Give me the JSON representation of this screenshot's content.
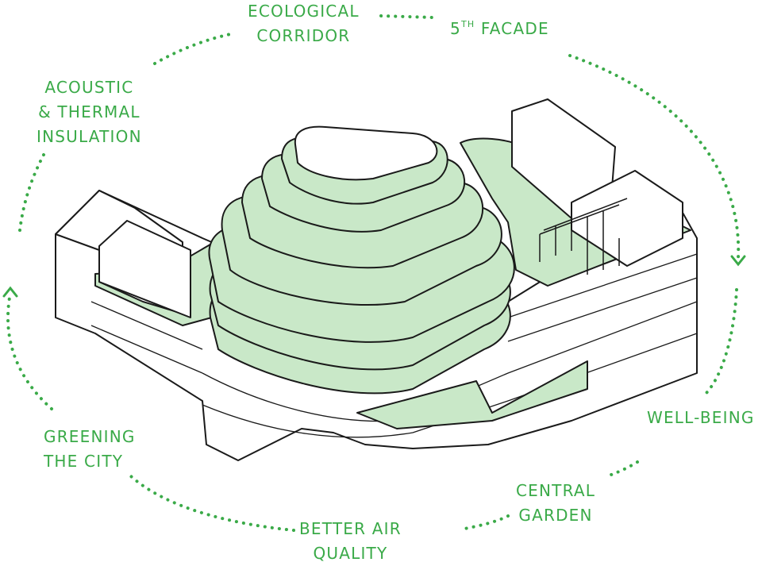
{
  "diagram": {
    "accent_color": "#3aaa48",
    "fill_color": "#c9e8c8",
    "line_color": "#1a1a1a",
    "labels": {
      "ecological_corridor": [
        "ECOLOGICAL",
        "CORRIDOR"
      ],
      "fifth_facade": {
        "main": "5",
        "sup": "TH",
        "rest": " FACADE"
      },
      "acoustic_thermal": [
        "ACOUSTIC",
        "& THERMAL",
        "INSULATION"
      ],
      "well_being": "WELL-BEING",
      "central_garden": [
        "CENTRAL",
        "GARDEN"
      ],
      "better_air_quality": [
        "BETTER AIR",
        "QUALITY"
      ],
      "greening_city": [
        "GREENING",
        "THE CITY"
      ]
    }
  }
}
